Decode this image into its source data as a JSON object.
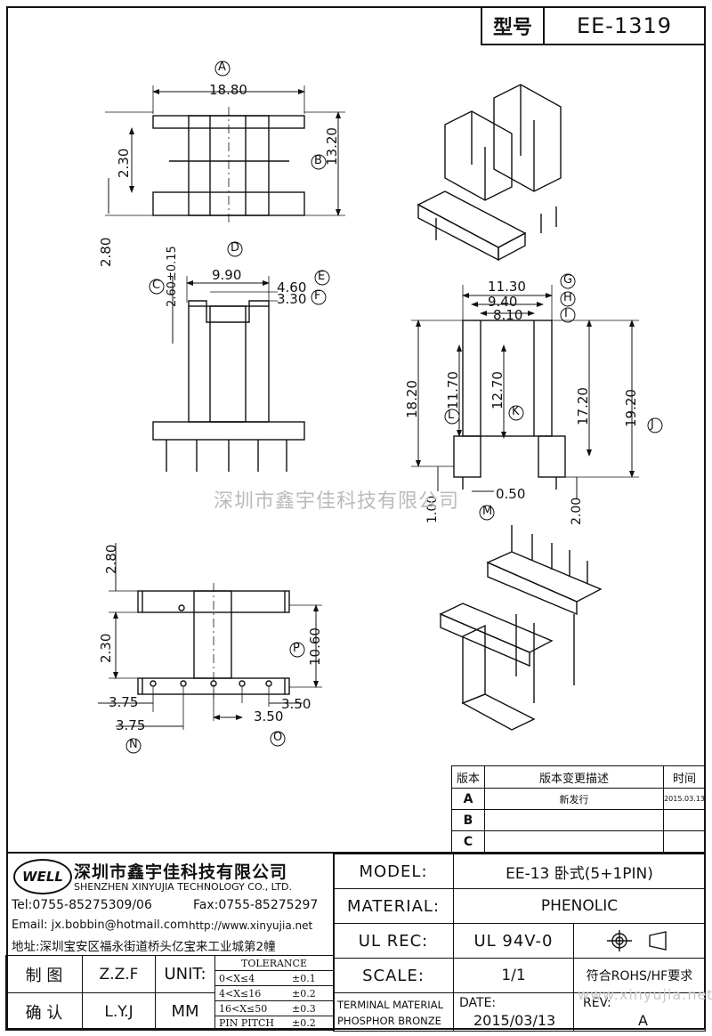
{
  "header": {
    "model_label": "型号",
    "model_value": "EE-1319"
  },
  "watermark": "深圳市鑫宇佳科技有限公司",
  "footer_watermark": "www.xinyujia.net",
  "dims": {
    "a": "A",
    "d18_80": "18.80",
    "b": "B",
    "d13_20": "13.20",
    "d2_30a": "2.30",
    "d2_80a": "2.80",
    "d": "D",
    "d2_60": "2.60±0.15",
    "c": "C",
    "d9_90": "9.90",
    "e": "E",
    "d4_60": "4.60",
    "f": "F",
    "d3_30": "3.30",
    "g": "G",
    "d11_30": "11.30",
    "h": "H",
    "d9_40": "9.40",
    "i": "I",
    "d8_10": "8.10",
    "d18_20": "18.20",
    "l": "L",
    "d11_70": "11.70",
    "k": "K",
    "d12_70": "12.70",
    "d17_20": "17.20",
    "j": "J",
    "d19_20": "19.20",
    "d1_00": "1.00",
    "d0_50": "0.50",
    "m": "M",
    "d2_00": "2.00",
    "d2_80b": "2.80",
    "d2_30b": "2.30",
    "p": "P",
    "d10_60": "10.60",
    "d3_75a": "3.75",
    "d3_50a": "3.50",
    "d3_75b": "3.75",
    "d3_50b": "3.50",
    "n": "N",
    "o": "O"
  },
  "revision": {
    "headers": [
      "版本",
      "版本变更描述",
      "时间"
    ],
    "rows": [
      {
        "ver": "A",
        "desc": "新发行",
        "date": "2015.03.13"
      },
      {
        "ver": "B",
        "desc": "",
        "date": ""
      },
      {
        "ver": "C",
        "desc": "",
        "date": ""
      }
    ]
  },
  "company": {
    "logo": "WELL",
    "name_cn": "深圳市鑫宇佳科技有限公司",
    "name_en": "SHENZHEN XINYUJIA TECHNOLOGY CO., LTD.",
    "tel": "Tel:0755-85275309/06",
    "fax": "Fax:0755-85275297",
    "email": "Email: jx.bobbin@hotmail.com",
    "web": "http://www.xinyujia.net",
    "address": "地址:深圳宝安区福永街道桥头亿宝来工业城第2幢"
  },
  "sign": {
    "draw_label": "制 图",
    "draw_value": "Z.Z.F",
    "check_label": "确 认",
    "check_value": "L.Y.J",
    "unit_label": "UNIT:",
    "unit_value": "MM"
  },
  "tolerance": {
    "title": "TOLERANCE",
    "rows": [
      {
        "range": "0<X≤4",
        "tol": "±0.1"
      },
      {
        "range": "4<X≤16",
        "tol": "±0.2"
      },
      {
        "range": "16<X≤50",
        "tol": "±0.3"
      },
      {
        "range": "PIN PITCH",
        "tol": "±0.2"
      }
    ]
  },
  "spec": {
    "model_label": "MODEL:",
    "model_value": "EE-13 卧式(5+1PIN)",
    "material_label": "MATERIAL:",
    "material_value": "PHENOLIC",
    "ul_label": "UL REC:",
    "ul_value": "UL 94V-0",
    "scale_label": "SCALE:",
    "scale_value": "1/1",
    "rohs": "符合ROHS/HF要求",
    "terminal_label": "TERMINAL MATERIAL",
    "terminal_value": "PHOSPHOR BRONZE",
    "date_label": "DATE:",
    "date_value": "2015/03/13",
    "rev_label": "REV:",
    "rev_value": "A"
  }
}
